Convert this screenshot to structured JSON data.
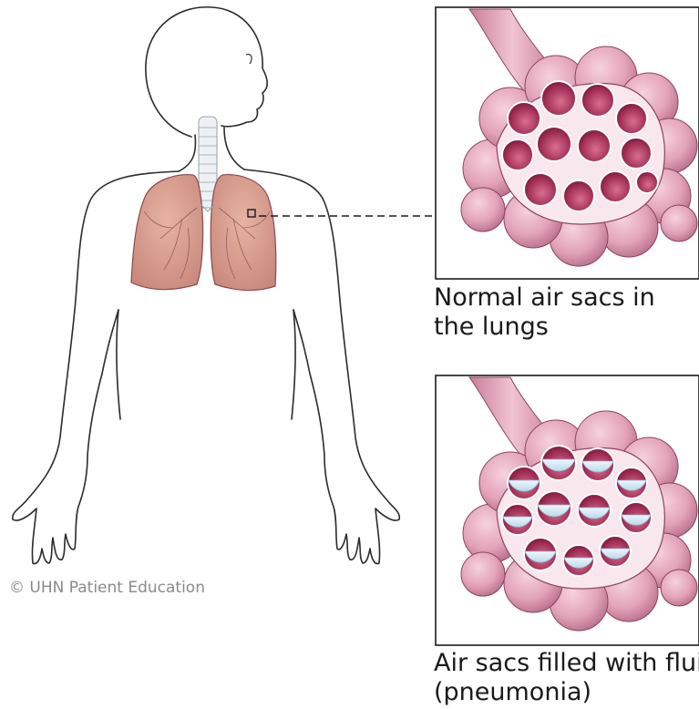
{
  "captions": {
    "normal_line1": "Normal air sacs in",
    "normal_line2": "the lungs",
    "fluid_line1": "Air sacs filled with fluid",
    "fluid_line2": "(pneumonia)"
  },
  "copyright": "© UHN Patient Education",
  "colors": {
    "outline": "#2b2b2b",
    "lung": "#d99a8e",
    "sac_outer": "#e4a9bd",
    "sac_inner": "#a8385a",
    "fluid": "#cfe6f2"
  }
}
